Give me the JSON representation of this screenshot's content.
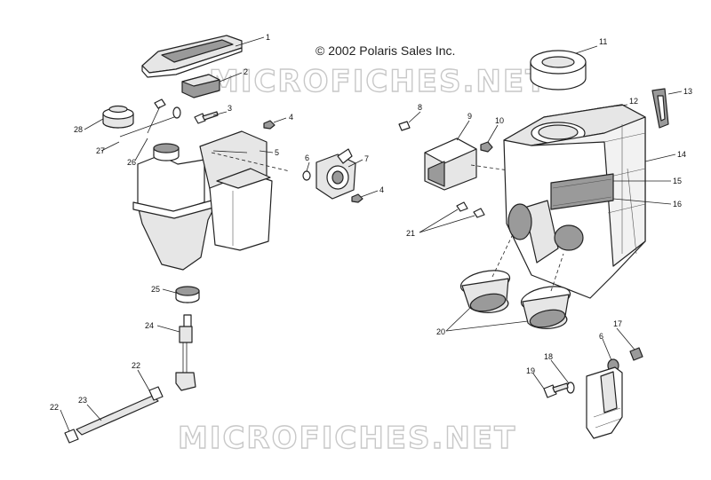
{
  "copyright": "© 2002 Polaris Sales Inc.",
  "watermark": "MICROFICHES.NET",
  "callouts": [
    "1",
    "2",
    "3",
    "4",
    "4",
    "5",
    "6",
    "6",
    "7",
    "8",
    "9",
    "10",
    "11",
    "12",
    "13",
    "14",
    "15",
    "16",
    "17",
    "18",
    "19",
    "20",
    "21",
    "22",
    "22",
    "23",
    "24",
    "25",
    "26",
    "27",
    "28"
  ]
}
